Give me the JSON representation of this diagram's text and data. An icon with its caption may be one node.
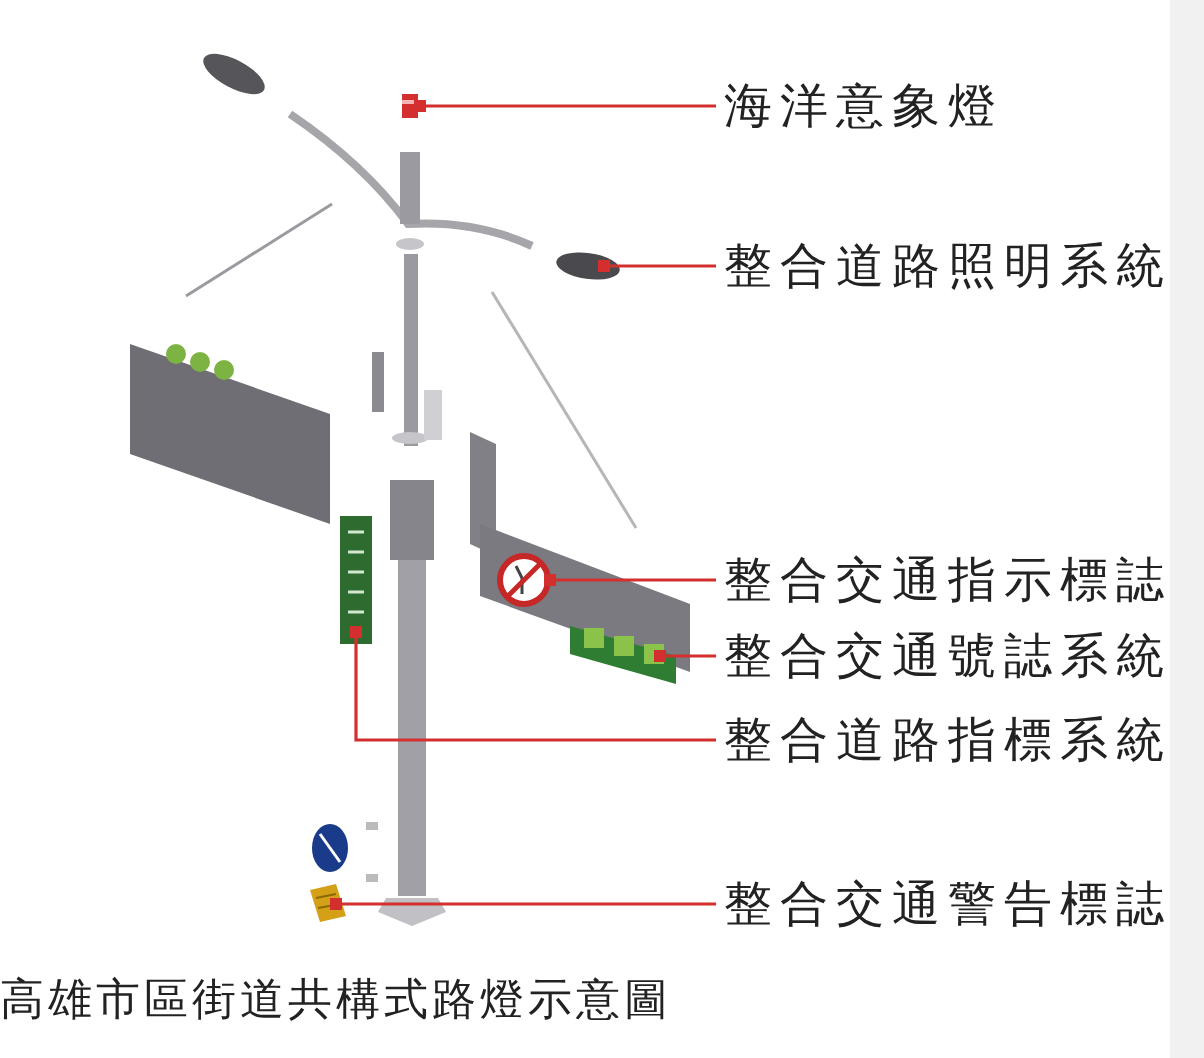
{
  "diagram": {
    "caption": "高雄市區街道共構式路燈示意圖",
    "nodes": [
      {
        "text": [
          "海洋意象燈"
        ]
      },
      {
        "text": [
          "整合道路照明系統"
        ]
      },
      {
        "text": [
          "整合交通指示標誌"
        ]
      },
      {
        "text": [
          "整合交通號誌系統"
        ]
      },
      {
        "text": [
          "整合道路指標系統"
        ]
      },
      {
        "text": [
          "整合交通警告標誌"
        ]
      },
      {
        "text": [],
        "shape": "picture"
      },
      {
        "text": [],
        "shape": "picture"
      },
      {
        "text": [],
        "shape": "picture"
      },
      {
        "text": [],
        "shape": "picture"
      },
      {
        "text": [],
        "shape": "picture"
      },
      {
        "text": [],
        "shape": "picture"
      }
    ],
    "edges": [
      {
        "from": 0,
        "to": 6,
        "arrow": "other"
      },
      {
        "from": 1,
        "to": 7,
        "arrow": "other"
      },
      {
        "from": 2,
        "to": 8,
        "arrow": "other"
      },
      {
        "from": 3,
        "to": 9,
        "arrow": "other"
      },
      {
        "from": 4,
        "to": 10,
        "arrow": "other"
      },
      {
        "from": 5,
        "to": 11,
        "arrow": "other"
      }
    ]
  }
}
